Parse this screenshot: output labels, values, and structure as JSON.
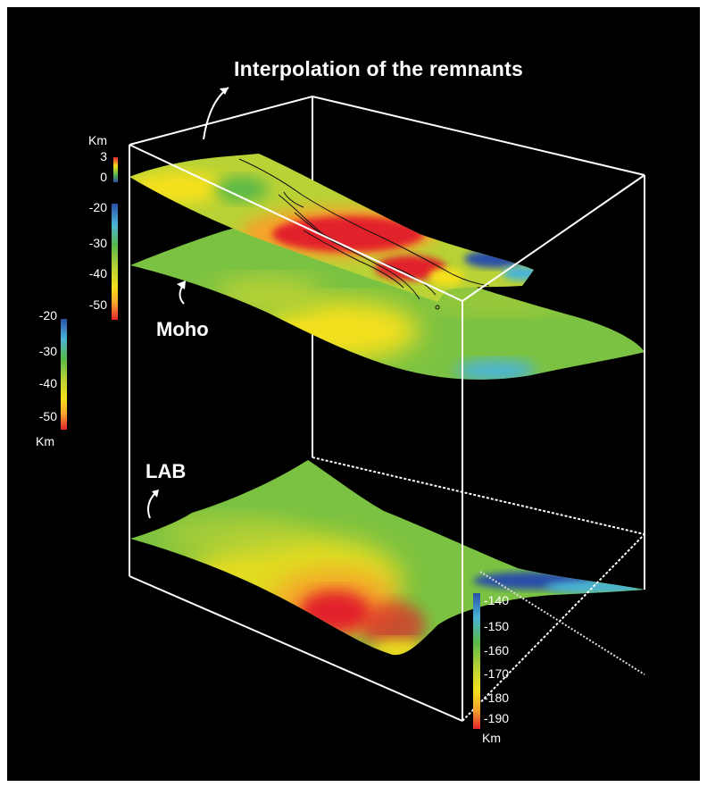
{
  "labels": {
    "title": "Interpolation of the remnants",
    "moho": "Moho",
    "lab": "LAB"
  },
  "colorbars": {
    "remnants": {
      "unit": "Km",
      "ticks": [
        "3",
        "0"
      ],
      "colors": [
        "#e2232a",
        "#f4e01c",
        "#58b848",
        "#2a4fa8"
      ]
    },
    "bar2": {
      "ticks": [
        "-20",
        "-30",
        "-40",
        "-50"
      ],
      "colors": [
        "#2a4fa8",
        "#49b3d8",
        "#58b848",
        "#b9d235",
        "#f4e01c",
        "#f6a32c",
        "#e2232a"
      ]
    },
    "moho": {
      "unit": "Km",
      "ticks": [
        "-20",
        "-30",
        "-40",
        "-50"
      ],
      "colors": [
        "#2a4fa8",
        "#49b3d8",
        "#58b848",
        "#b9d235",
        "#f4e01c",
        "#f6a32c",
        "#e2232a"
      ]
    },
    "lab": {
      "unit": "Km",
      "ticks": [
        "-140",
        "-150",
        "-160",
        "-170",
        "-180",
        "-190"
      ],
      "colors": [
        "#2a4fa8",
        "#49b3d8",
        "#58b848",
        "#b9d235",
        "#f4e01c",
        "#f6a32c",
        "#e2232a"
      ]
    }
  },
  "colors": {
    "background": "#000000",
    "frame": "#ffffff",
    "surface_green": "#7cc242",
    "surface_yellow": "#f4e01c",
    "surface_red": "#e2232a",
    "surface_blue": "#2a6fc0"
  }
}
